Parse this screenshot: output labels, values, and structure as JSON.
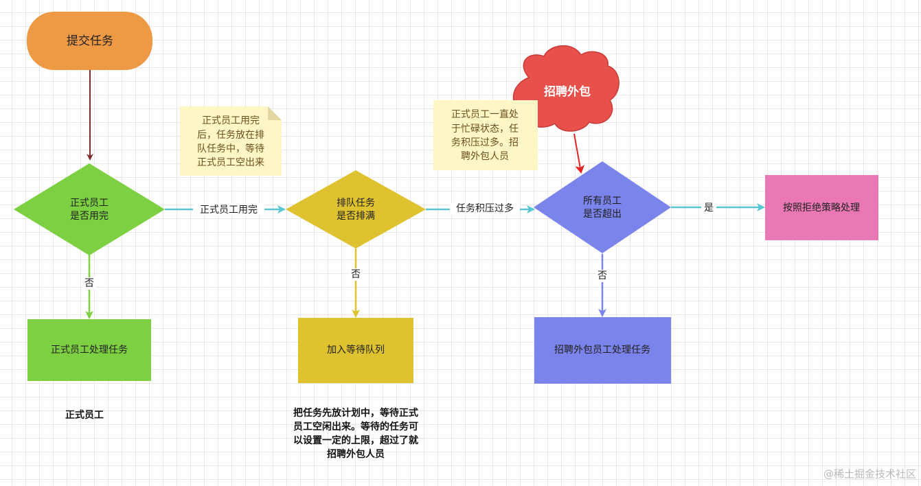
{
  "nodes": {
    "start": {
      "label": "提交任务",
      "color": "#ee9a44"
    },
    "check_regular": {
      "lines": [
        "正式员工",
        "是否用完"
      ],
      "color": "#7ed043"
    },
    "regular_process": {
      "label": "正式员工处理任务",
      "color": "#7ed043"
    },
    "check_queue": {
      "lines": [
        "排队任务",
        "是否排满"
      ],
      "color": "#dfc22f"
    },
    "join_queue": {
      "label": "加入等待队列",
      "color": "#dfc22f"
    },
    "check_all": {
      "lines": [
        "所有员工",
        "是否超出"
      ],
      "color": "#7b84ea"
    },
    "outsource_process": {
      "label": "招聘外包员工处理任务",
      "color": "#7b84ea"
    },
    "reject": {
      "label": "按照拒绝策略处理",
      "color": "#ea78b5"
    },
    "cloud": {
      "label": "招聘外包",
      "color": "#e8504b"
    }
  },
  "edges": {
    "e1": {
      "label": "正式员工用完"
    },
    "e2": {
      "label": "否"
    },
    "e3": {
      "label": "任务积压过多"
    },
    "e4": {
      "label": "否"
    },
    "e5": {
      "label": "是"
    },
    "e6": {
      "label": "否"
    }
  },
  "notes": {
    "note1": {
      "lines": [
        "正式员工用完",
        "后，任务放在排",
        "队任务中，等待",
        "正式员工空出来"
      ],
      "color": "#fff6c5"
    },
    "note2": {
      "lines": [
        "正式员工一直处",
        "于忙碌状态，任",
        "务积压过多。招",
        "聘外包人员"
      ],
      "color": "#fff6c5"
    }
  },
  "texts": {
    "regular_caption": "正式员工",
    "queue_caption": [
      "把任务先放计划中，等待正式",
      "员工空闲出来。等待的任务可",
      "以设置一定的上限，超过了就",
      "招聘外包人员"
    ]
  },
  "colors": {
    "edge_start": "#7d2b2b",
    "edge_cyan": "#59c6d2",
    "edge_green": "#7ed043",
    "edge_yellow": "#dfc22f",
    "edge_blue": "#7b84ea",
    "edge_red": "#e52222"
  },
  "watermark": "@稀土掘金技术社区"
}
